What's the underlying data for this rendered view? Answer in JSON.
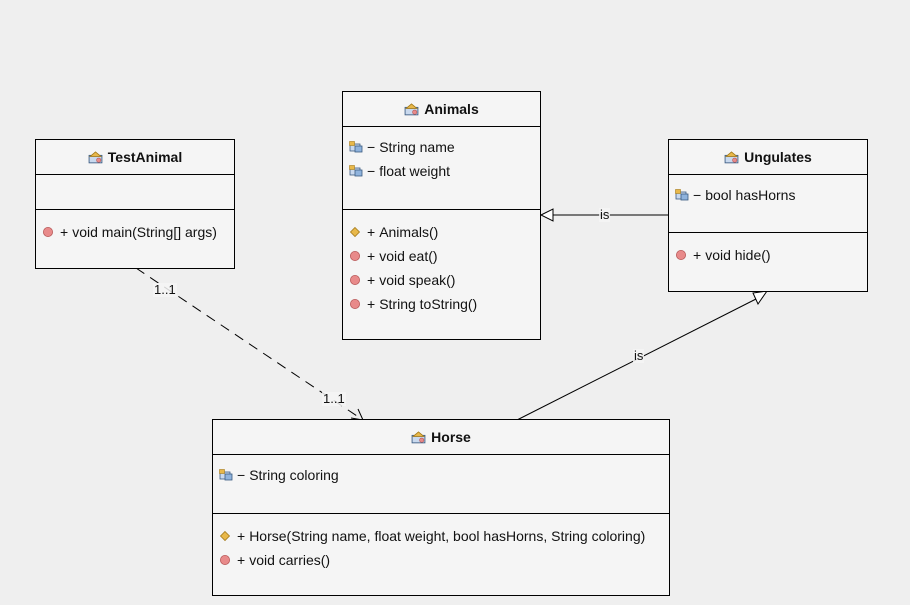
{
  "classes": {
    "testanimal": {
      "name": "TestAnimal",
      "attributes": [],
      "operations": [
        {
          "vis": "+",
          "text": "void main(String[] args)",
          "icon": "public-method-icon"
        }
      ]
    },
    "animals": {
      "name": "Animals",
      "attributes": [
        {
          "vis": "−",
          "text": "String name",
          "icon": "private-field-icon"
        },
        {
          "vis": "−",
          "text": "float weight",
          "icon": "private-field-icon"
        }
      ],
      "operations": [
        {
          "vis": "+",
          "text": "Animals()",
          "icon": "constructor-icon"
        },
        {
          "vis": "+",
          "text": "void eat()",
          "icon": "public-method-icon"
        },
        {
          "vis": "+",
          "text": "void speak()",
          "icon": "public-method-icon"
        },
        {
          "vis": "+",
          "text": "String toString()",
          "icon": "public-method-icon"
        }
      ]
    },
    "ungulates": {
      "name": "Ungulates",
      "attributes": [
        {
          "vis": "−",
          "text": "bool hasHorns",
          "icon": "private-field-icon"
        }
      ],
      "operations": [
        {
          "vis": "+",
          "text": "void hide()",
          "icon": "public-method-icon"
        }
      ]
    },
    "horse": {
      "name": "Horse",
      "attributes": [
        {
          "vis": "−",
          "text": "String coloring",
          "icon": "private-field-icon"
        }
      ],
      "operations": [
        {
          "vis": "+",
          "text": "Horse(String name, float weight, bool hasHorns, String coloring)",
          "icon": "constructor-icon"
        },
        {
          "vis": "+",
          "text": "void carries()",
          "icon": "public-method-icon"
        }
      ]
    }
  },
  "relations": {
    "ungulates_to_animals": {
      "type": "generalization",
      "label": "is"
    },
    "horse_to_ungulates": {
      "type": "generalization",
      "label": "is"
    },
    "testanimal_to_horse": {
      "type": "dependency",
      "source_multiplicity": "1..1",
      "target_multiplicity": "1..1"
    }
  },
  "colors": {
    "background": "#efefef",
    "box_fill": "#f5f5f5",
    "method_icon": "#e88a8a",
    "constructor_icon": "#e8b84a",
    "class_icon": "#e8b84a"
  }
}
